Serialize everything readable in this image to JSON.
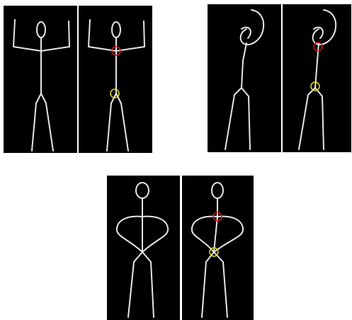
{
  "colors": {
    "background": "#ffffff",
    "panel": "#000000",
    "stroke": "#e6e6e6",
    "marker_upper": "#d01818",
    "marker_lower": "#e8e020"
  },
  "figures": [
    {
      "pose": "arms-raised",
      "variant": "silhouette"
    },
    {
      "pose": "arms-raised",
      "variant": "annotated",
      "markers": [
        "red-circle",
        "yellow-circle"
      ]
    },
    {
      "pose": "hands-over-head",
      "variant": "silhouette"
    },
    {
      "pose": "hands-over-head",
      "variant": "annotated",
      "markers": [
        "red-circle",
        "yellow-circle"
      ]
    },
    {
      "pose": "arms-on-hips",
      "variant": "silhouette"
    },
    {
      "pose": "arms-on-hips",
      "variant": "annotated",
      "markers": [
        "red-circle",
        "yellow-circle"
      ]
    }
  ]
}
